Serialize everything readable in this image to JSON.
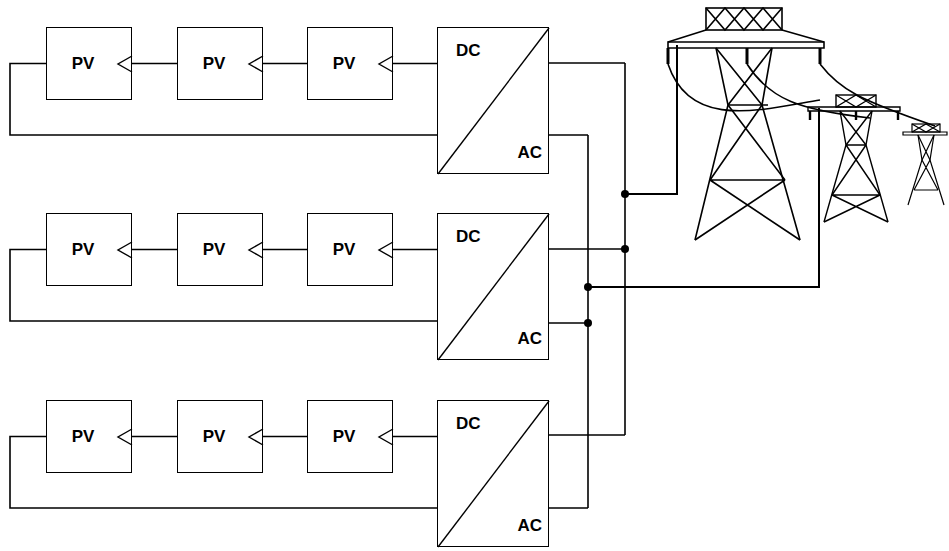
{
  "diagram": {
    "nodes": [
      {
        "text": [
          "PV"
        ]
      },
      {
        "text": [
          "PV"
        ]
      },
      {
        "text": [
          "PV"
        ]
      },
      {
        "text": [
          "DC",
          "AC"
        ]
      },
      {
        "text": [
          "PV"
        ]
      },
      {
        "text": [
          "PV"
        ]
      },
      {
        "text": [
          "PV"
        ]
      },
      {
        "text": [
          "DC",
          "AC"
        ]
      },
      {
        "text": [
          "PV"
        ]
      },
      {
        "text": [
          "PV"
        ]
      },
      {
        "text": [
          "PV"
        ]
      },
      {
        "text": [
          "DC",
          "AC"
        ]
      }
    ],
    "edges": [
      {
        "from": 0,
        "to": 1,
        "arrow": "none"
      },
      {
        "from": 1,
        "to": 2,
        "arrow": "none"
      },
      {
        "from": 2,
        "to": 3,
        "arrow": "none"
      },
      {
        "from": 0,
        "to": 3,
        "arrow": "none"
      },
      {
        "from": 4,
        "to": 5,
        "arrow": "none"
      },
      {
        "from": 5,
        "to": 6,
        "arrow": "none"
      },
      {
        "from": 6,
        "to": 7,
        "arrow": "none"
      },
      {
        "from": 4,
        "to": 7,
        "arrow": "none"
      },
      {
        "from": 8,
        "to": 9,
        "arrow": "none"
      },
      {
        "from": 9,
        "to": 10,
        "arrow": "none"
      },
      {
        "from": 10,
        "to": 11,
        "arrow": "none"
      },
      {
        "from": 8,
        "to": 11,
        "arrow": "none"
      }
    ]
  }
}
